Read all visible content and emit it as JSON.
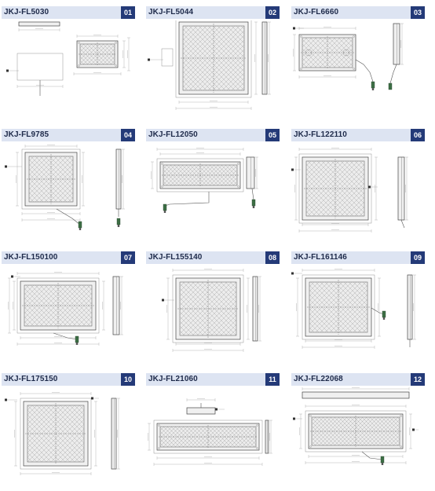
{
  "catalog": {
    "items": [
      {
        "model": "JKJ-FL5030",
        "index": "01"
      },
      {
        "model": "JKJ-FL5044",
        "index": "02"
      },
      {
        "model": "JKJ-FL6660",
        "index": "03"
      },
      {
        "model": "JKJ-FL9785",
        "index": "04"
      },
      {
        "model": "JKJ-FL12050",
        "index": "05"
      },
      {
        "model": "JKJ-FL122110",
        "index": "06"
      },
      {
        "model": "JKJ-FL150100",
        "index": "07"
      },
      {
        "model": "JKJ-FL155140",
        "index": "08"
      },
      {
        "model": "JKJ-FL161146",
        "index": "09"
      },
      {
        "model": "JKJ-FL175150",
        "index": "10"
      },
      {
        "model": "JKJ-FL21060",
        "index": "11"
      },
      {
        "model": "JKJ-FL22068",
        "index": "12"
      }
    ]
  },
  "colors": {
    "header_bg": "#dde4f2",
    "badge_bg": "#243a78",
    "connector": "#3c6e44"
  }
}
